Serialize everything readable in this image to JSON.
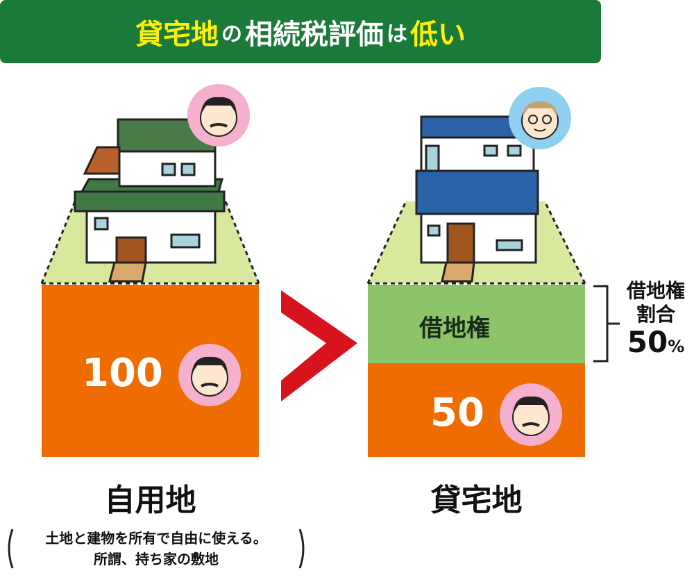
{
  "title": {
    "part1": "貸宅地",
    "part2": "の",
    "part3": "相続税評価",
    "part4": "は",
    "part5": "低い"
  },
  "left": {
    "value": "100",
    "label": "自用地",
    "desc_line1": "土地と建物を所有で自由に使える。",
    "desc_line2": "所謂、持ち家の敷地"
  },
  "right": {
    "value": "50",
    "leasehold": "借地権",
    "label": "貸宅地"
  },
  "bracket": {
    "line1": "借地権",
    "line2": "割合",
    "percent": "50",
    "percent_sign": "%"
  },
  "colors": {
    "banner": "#1b7a3a",
    "highlight": "#fff200",
    "orange": "#ee6c00",
    "leasehold": "#8cc46a",
    "grass": "#d8e89c",
    "arrow": "#d7141e",
    "owner_face": "#f4b0cc",
    "tenant_face": "#8fd0f0"
  }
}
